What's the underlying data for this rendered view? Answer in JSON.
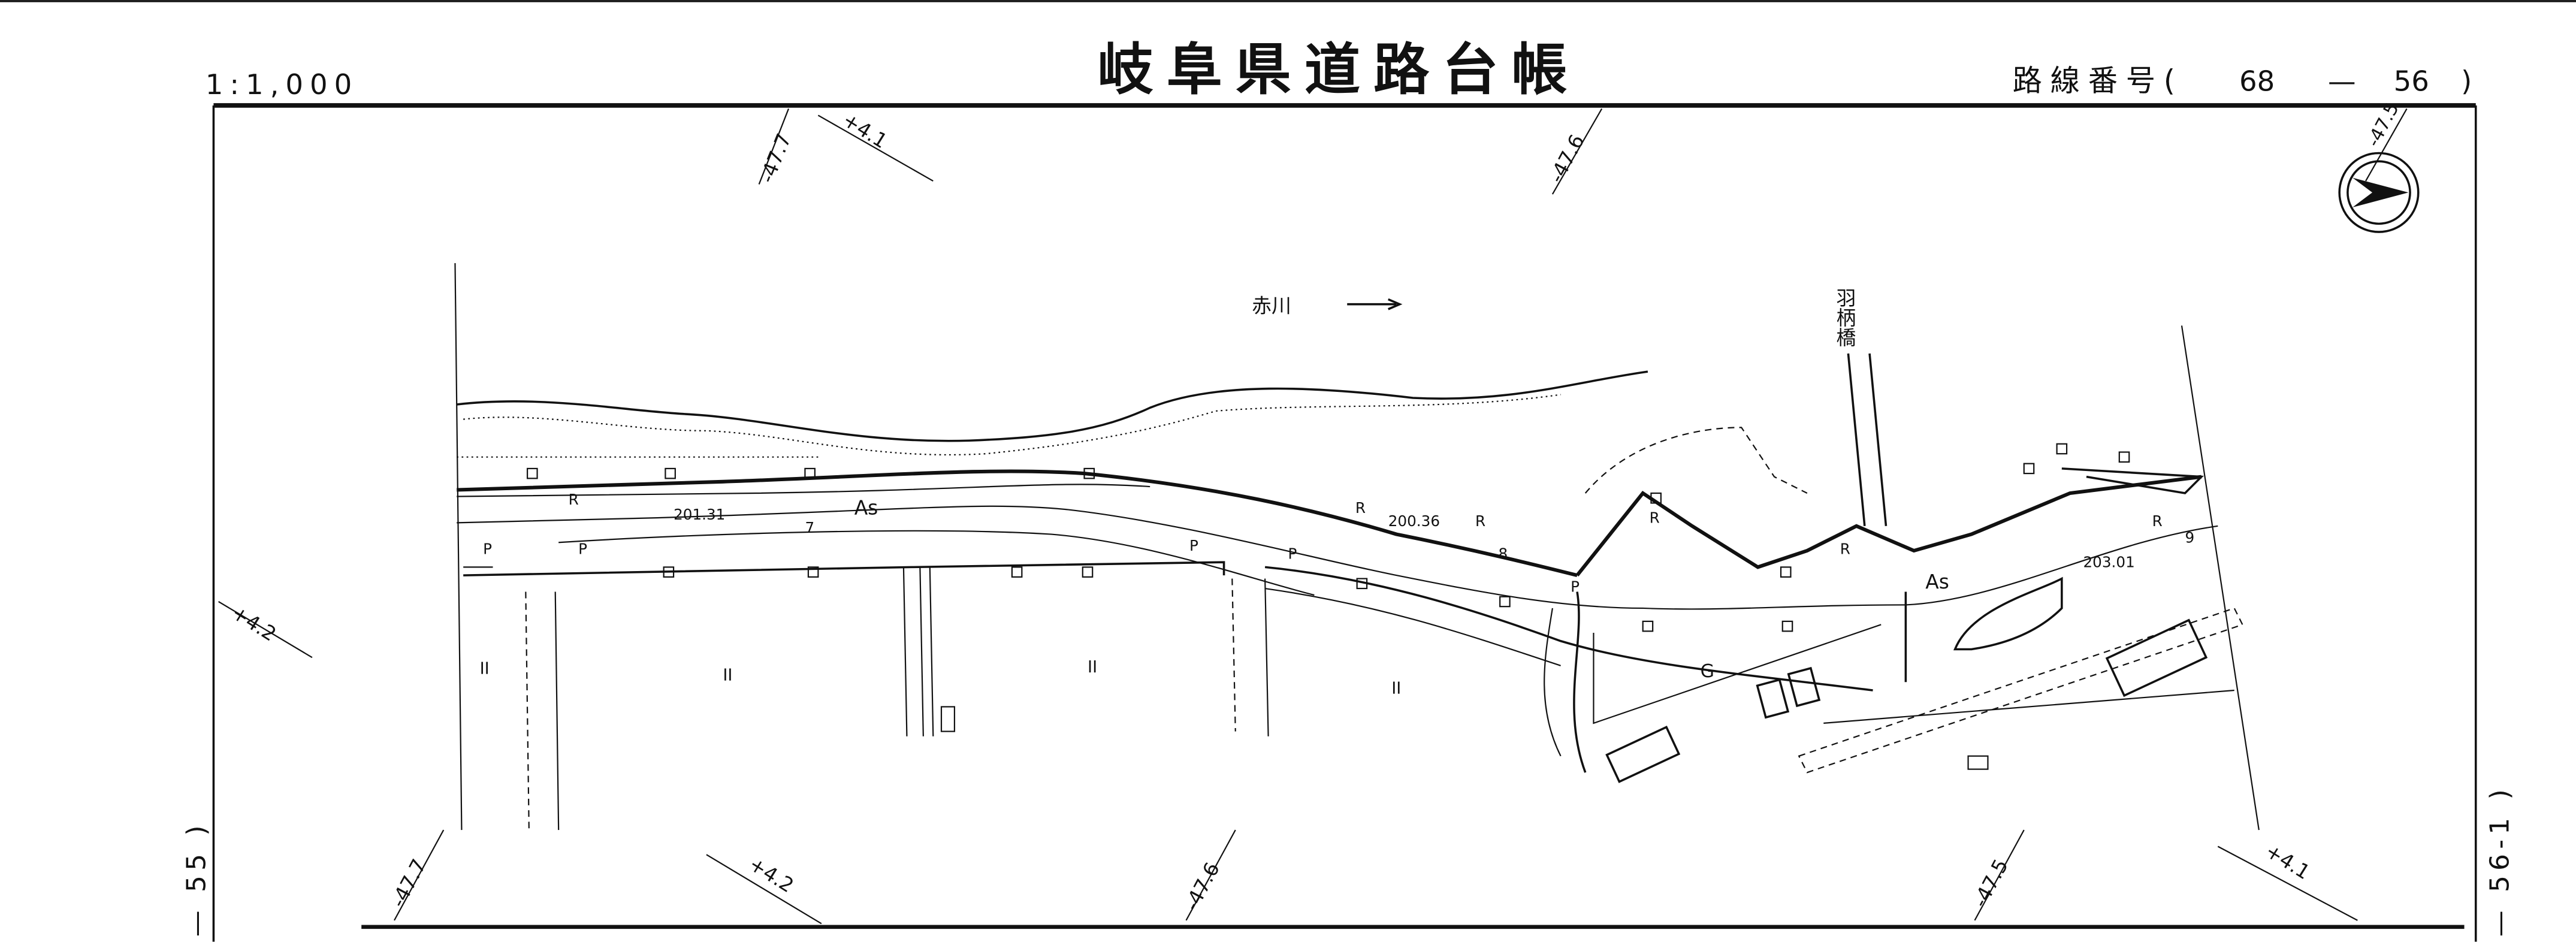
{
  "header": {
    "scale": "1:1,000",
    "title": "岐阜県道路台帳",
    "route_label": "路線番号(",
    "route_a": "68",
    "route_dash": "—",
    "route_b": "56",
    "route_close": ")"
  },
  "side": {
    "left_sheet": "— 55 )",
    "right_sheet": "— 56-1 )"
  },
  "grid_labels": {
    "top_1": "-47.7",
    "top_2": "+4.1",
    "top_3": "-47.6",
    "top_4": "-47.5",
    "left_1": "+4.2",
    "bottom_1": "-47.7",
    "bottom_2": "+4.2",
    "bottom_3": "-47.6",
    "bottom_4": "-47.5",
    "bottom_5": "+4.1"
  },
  "map_labels": {
    "river": "赤川",
    "bridge": "羽柄橋",
    "surface_1": "As",
    "surface_2": "As",
    "elev_1": "201.31",
    "elev_2": "200.36",
    "elev_3": "203.01",
    "station_7": "7",
    "station_8": "8",
    "station_9": "9",
    "r": "R",
    "p": "P",
    "g": "G",
    "paddy": "II"
  },
  "colors": {
    "ink": "#111111",
    "paper": "#ffffff"
  }
}
